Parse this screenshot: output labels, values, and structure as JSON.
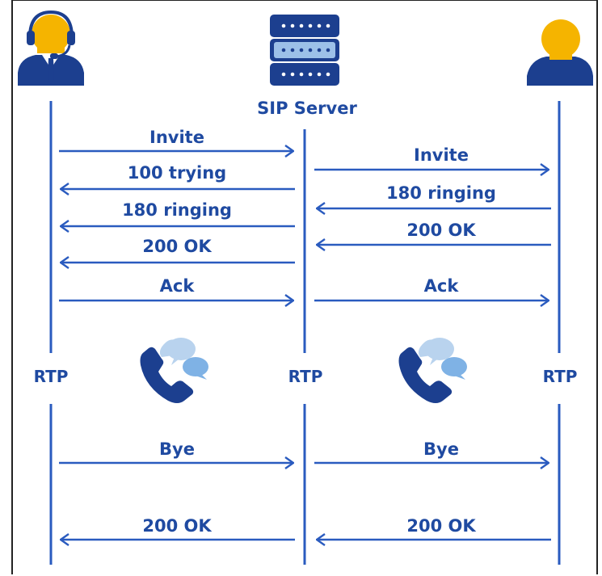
{
  "server": {
    "label": "SIP Server"
  },
  "colors": {
    "line": "#2a5bbf",
    "text": "#1f4aa1",
    "accent": "#f5b400",
    "dark": "#1c3f8f",
    "bubble_light": "#b9d3ee",
    "bubble_mid": "#7fb2e5"
  },
  "icons": {
    "caller": "agent-headset-icon",
    "server": "server-rack-icon",
    "callee": "user-icon",
    "call": "phone-chat-icon"
  },
  "rtp": {
    "left": "RTP",
    "middle": "RTP",
    "right": "RTP"
  },
  "messages_left": [
    {
      "label": "Invite",
      "direction": "right"
    },
    {
      "label": "100 trying",
      "direction": "left"
    },
    {
      "label": "180 ringing",
      "direction": "left"
    },
    {
      "label": "200 OK",
      "direction": "left"
    },
    {
      "label": "Ack",
      "direction": "right"
    },
    {
      "label": "Bye",
      "direction": "right"
    },
    {
      "label": "200 OK",
      "direction": "left"
    }
  ],
  "messages_right": [
    {
      "label": "Invite",
      "direction": "right"
    },
    {
      "label": "180 ringing",
      "direction": "left"
    },
    {
      "label": "200 OK",
      "direction": "left"
    },
    {
      "label": "Ack",
      "direction": "right"
    },
    {
      "label": "Bye",
      "direction": "right"
    },
    {
      "label": "200 OK",
      "direction": "left"
    }
  ]
}
